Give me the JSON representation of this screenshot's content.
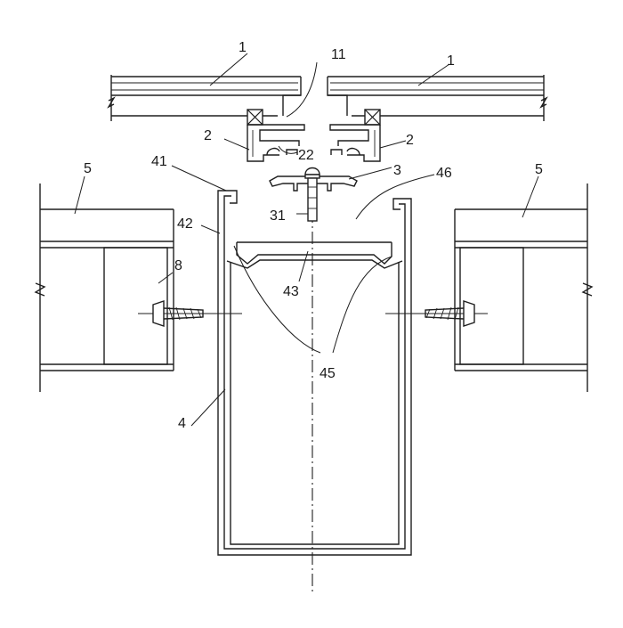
{
  "labels": {
    "panel_left": "1",
    "panel_right": "1",
    "panel_seal": "11",
    "clip_left": "2",
    "clip_right": "2",
    "clip_notch": "22",
    "cap": "3",
    "screw": "31",
    "flange_left": "41",
    "web_left": "42",
    "channel_top": "43",
    "hollow": "45",
    "flange_right": "46",
    "beam_left": "5",
    "beam_right": "5",
    "plate": "8",
    "post": "4"
  }
}
